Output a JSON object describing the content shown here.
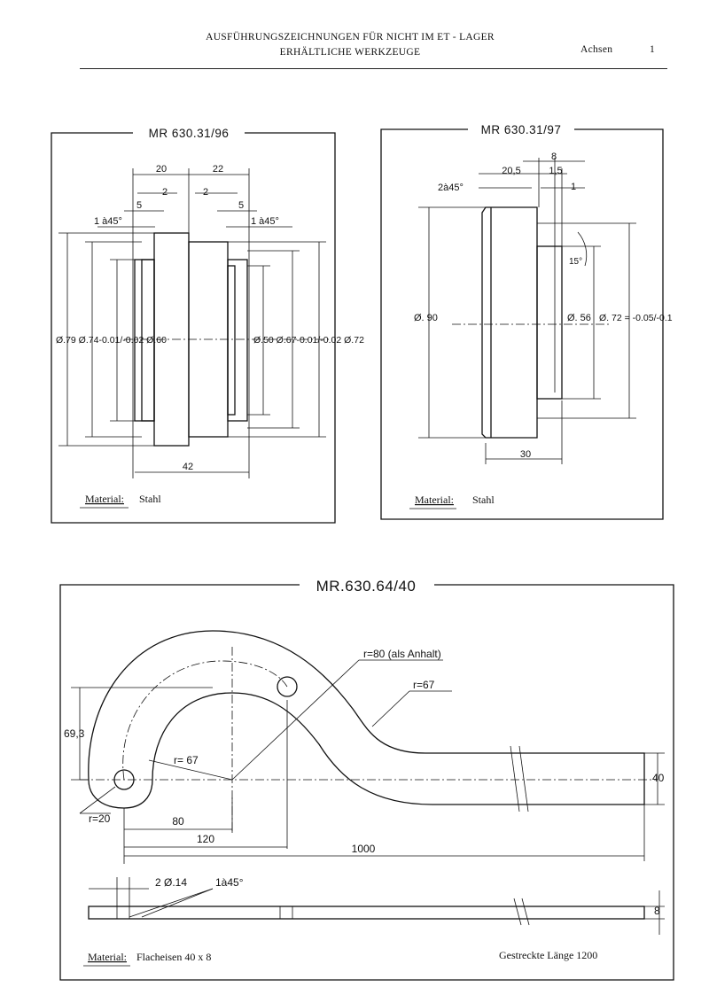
{
  "header": {
    "line1": "AUSFÜHRUNGSZEICHNUNGEN FÜR NICHT IM ET - LAGER",
    "line2": "ERHÄLTLICHE WERKZEUGE",
    "section": "Achsen",
    "page": "1"
  },
  "drawing1": {
    "title": "MR 630.31/96",
    "material_label": "Material:",
    "material_value": "Stahl",
    "dims": {
      "w20": "20",
      "w22": "22",
      "w2a": "2",
      "w2b": "2",
      "w5a": "5",
      "w5b": "5",
      "ch_left": "1 à45°",
      "ch_right": "1 à45°",
      "dia_left": "Ø.79 Ø.74-0.01/-0.02 Ø.60",
      "dia_right": "Ø.50 Ø.67-0.01/-0.02 Ø.72",
      "len42": "42"
    }
  },
  "drawing2": {
    "title": "MR 630.31/97",
    "material_label": "Material:",
    "material_value": "Stahl",
    "dims": {
      "w8": "8",
      "w20_5": "20,5",
      "w1_5": "1,5",
      "ch": "2à45°",
      "w1": "1",
      "angle": "15°",
      "dia90": "Ø. 90",
      "dia56": "Ø. 56",
      "dia72": "Ø. 72 = -0.05/-0.1",
      "len30": "30"
    }
  },
  "drawing3": {
    "title": "MR.630.64/40",
    "material_label": "Material:",
    "material_value": "Flacheisen 40 x 8",
    "stretched_length": "Gestreckte Länge  1200",
    "dims": {
      "r80": "r=80 (als Anhalt)",
      "r67_outer": "r=67",
      "r67_inner": "r= 67",
      "r20": "r=20",
      "h69_3": "69,3",
      "w40": "40",
      "d80": "80",
      "d120": "120",
      "d1000": "1000",
      "holes": "2 Ø.14",
      "chamfer": "1à45°",
      "t8": "8"
    }
  }
}
